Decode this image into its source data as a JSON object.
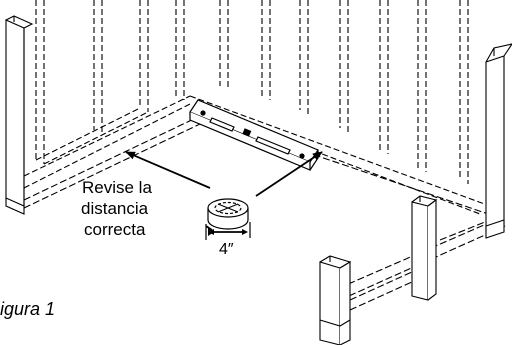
{
  "diagram": {
    "callout_lines": [
      "Revise la",
      "distancia",
      "correcta"
    ],
    "dimension_label": "4″",
    "figure_caption": "igura 1"
  },
  "icons": {
    "level_tool": "spirit-level-icon",
    "leveling_foot": "leveling-foot-icon",
    "arrows": "double-arrow-icon"
  },
  "colors": {
    "stroke": "#000000",
    "fill": "#ffffff"
  }
}
